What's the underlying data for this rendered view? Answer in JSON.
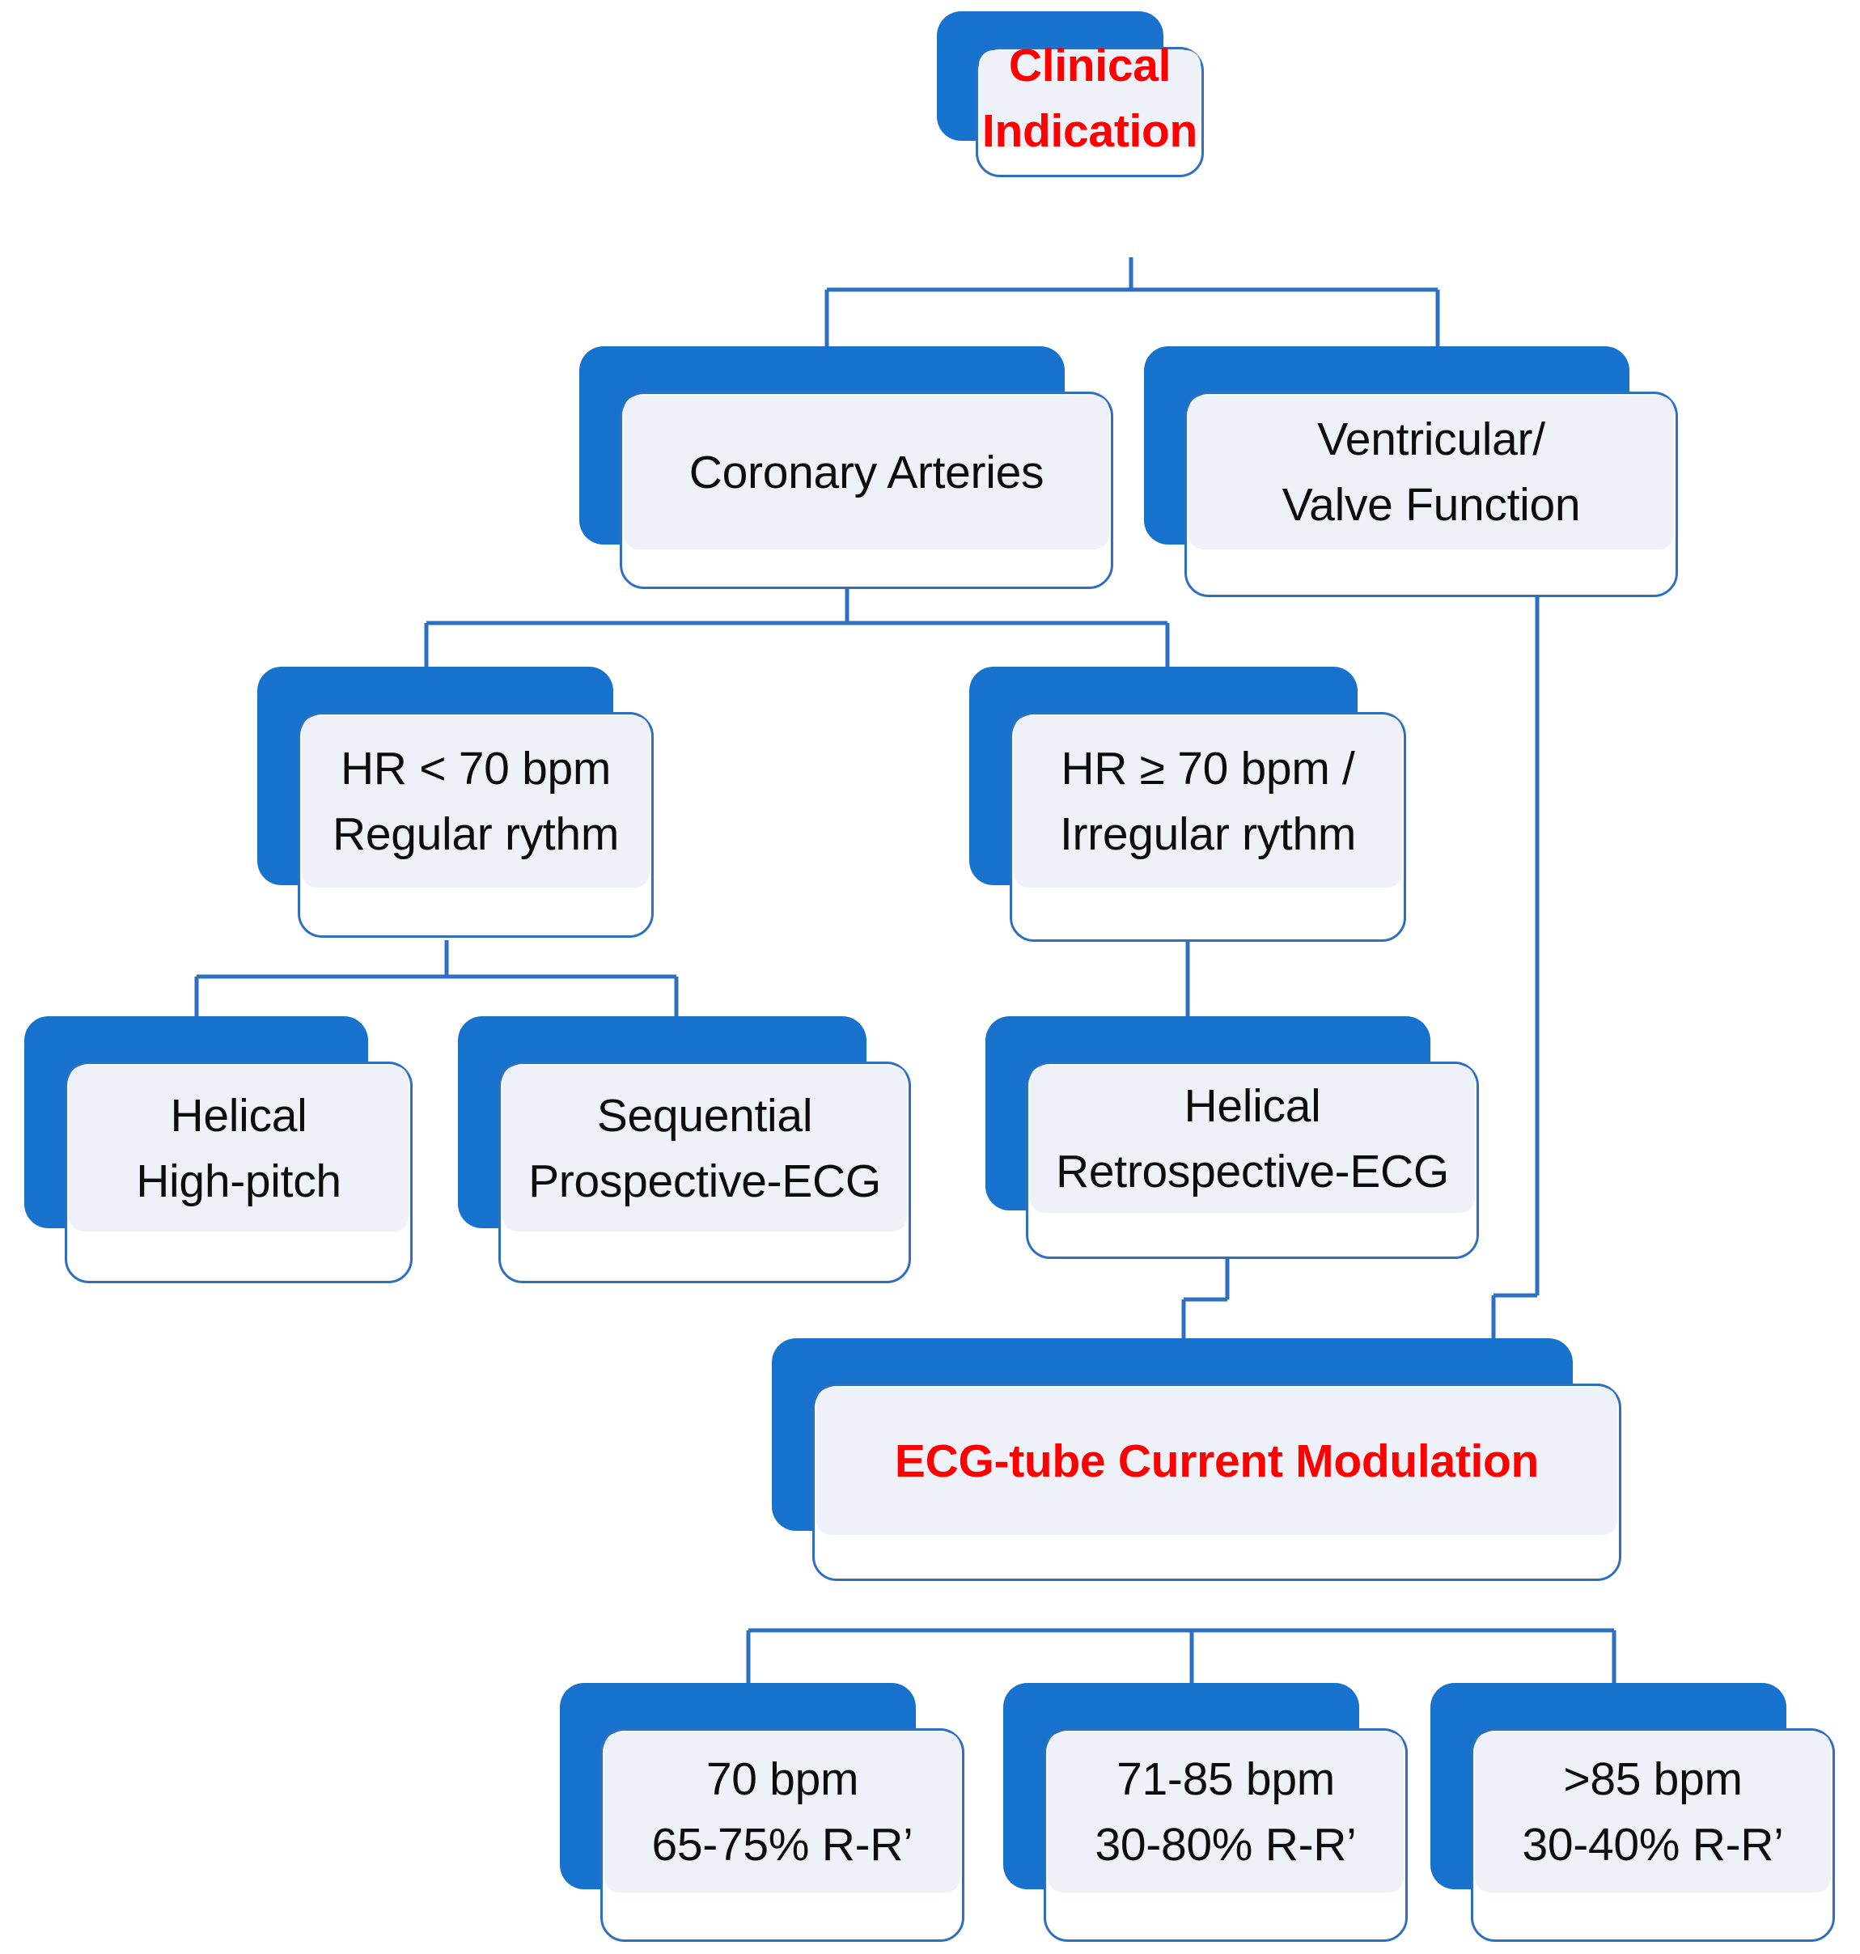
{
  "diagram": {
    "title": "Cardiac CT acquisition mode decision flowchart",
    "colors": {
      "slab_blue": "#1672cd",
      "outline_blue": "#2f6fc0",
      "panel_fill": "#eef1f8",
      "text_black": "#0d0d0d",
      "text_accent_red": "#fe0000",
      "background": "#ffffff"
    },
    "nodes": [
      {
        "id": "clinical-indication",
        "lines": [
          "Clinical",
          "Indication"
        ],
        "accent": true
      },
      {
        "id": "coronary-arteries",
        "lines": [
          "Coronary Arteries"
        ],
        "accent": false
      },
      {
        "id": "ventricular-valve-function",
        "lines": [
          "Ventricular/",
          "Valve Function"
        ],
        "accent": false
      },
      {
        "id": "hr-below-70",
        "lines": [
          "HR < 70 bpm",
          "Regular rythm"
        ],
        "accent": false
      },
      {
        "id": "hr-70-or-above",
        "lines": [
          "HR ≥ 70 bpm /",
          "Irregular rythm"
        ],
        "accent": false
      },
      {
        "id": "helical-high-pitch",
        "lines": [
          "Helical",
          "High-pitch"
        ],
        "accent": false
      },
      {
        "id": "sequential-prospective-ecg",
        "lines": [
          "Sequential",
          "Prospective-ECG"
        ],
        "accent": false
      },
      {
        "id": "helical-retrospective-ecg",
        "lines": [
          "Helical",
          "Retrospective-ECG"
        ],
        "accent": false
      },
      {
        "id": "ecg-tube-current-modulation",
        "lines": [
          "ECG-tube Current Modulation"
        ],
        "accent": true
      },
      {
        "id": "rate-70",
        "lines": [
          "70 bpm",
          "65-75% R-R’"
        ],
        "accent": false
      },
      {
        "id": "rate-71-85",
        "lines": [
          "71-85 bpm",
          "30-80% R-R’"
        ],
        "accent": false
      },
      {
        "id": "rate-above-85",
        "lines": [
          ">85 bpm",
          "30-40% R-R’"
        ],
        "accent": false
      }
    ],
    "edges": [
      {
        "from": "clinical-indication",
        "to": "coronary-arteries"
      },
      {
        "from": "clinical-indication",
        "to": "ventricular-valve-function"
      },
      {
        "from": "coronary-arteries",
        "to": "hr-below-70"
      },
      {
        "from": "coronary-arteries",
        "to": "hr-70-or-above"
      },
      {
        "from": "hr-below-70",
        "to": "helical-high-pitch"
      },
      {
        "from": "hr-below-70",
        "to": "sequential-prospective-ecg"
      },
      {
        "from": "hr-70-or-above",
        "to": "helical-retrospective-ecg"
      },
      {
        "from": "helical-retrospective-ecg",
        "to": "ecg-tube-current-modulation"
      },
      {
        "from": "ventricular-valve-function",
        "to": "ecg-tube-current-modulation"
      },
      {
        "from": "ecg-tube-current-modulation",
        "to": "rate-70"
      },
      {
        "from": "ecg-tube-current-modulation",
        "to": "rate-71-85"
      },
      {
        "from": "ecg-tube-current-modulation",
        "to": "rate-above-85"
      }
    ]
  }
}
